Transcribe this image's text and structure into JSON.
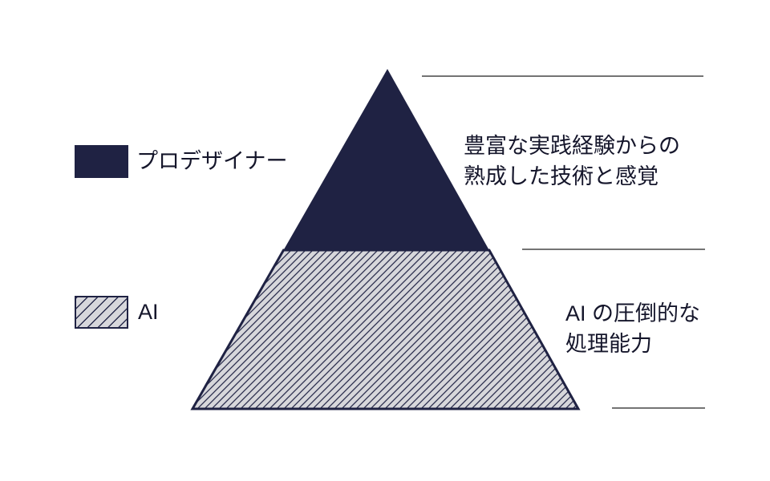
{
  "colors": {
    "navy": "#1f2243",
    "hatch_background": "#d7d7db",
    "hatch_stroke": "#2a2d4d",
    "reference_line": "#222222",
    "text": "#15162b",
    "background": "#ffffff"
  },
  "legend": {
    "pro": {
      "label": "プロデザイナー"
    },
    "ai": {
      "label": "AI"
    }
  },
  "annotations": {
    "pro": {
      "line1": "豊富な実践経験からの",
      "line2": "熟成した技術と感覚"
    },
    "ai": {
      "line1": "AI の圧倒的な",
      "line2": "処理能力"
    }
  }
}
